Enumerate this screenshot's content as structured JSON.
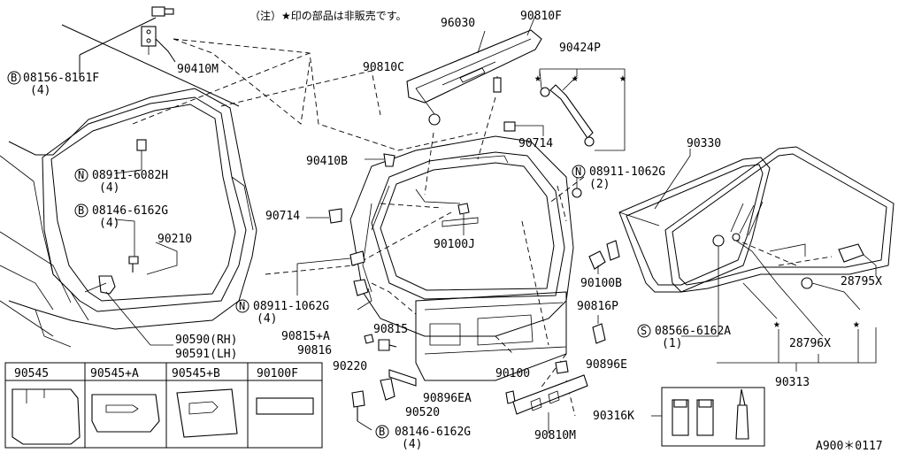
{
  "note": "（注）★印の部品は非販売です。",
  "code": "A900＊0117",
  "labels": {
    "p96030": "96030",
    "p90810F": "90810F",
    "p90424P": "90424P",
    "p90810C": "90810C",
    "p90410M": "90410M",
    "b08156": "08156-8161F",
    "b08156_qty": "(4)",
    "n08911a": "08911-6082H",
    "n08911a_qty": "(4)",
    "b08146a": "08146-6162G",
    "b08146a_qty": "(4)",
    "p90210": "90210",
    "p90590": "90590(RH)",
    "p90591": "90591(LH)",
    "p90410B": "90410B",
    "p90714a": "90714",
    "p90714b": "90714",
    "n08911b": "08911-1062G",
    "n08911b_qty": "(2)",
    "p90100J": "90100J",
    "p90330": "90330",
    "p90100B": "90100B",
    "p90816P": "90816P",
    "n08911c": "08911-1062G",
    "n08911c_qty": "(4)",
    "p90815A": "90815+A",
    "p90815": "90815",
    "p90816": "90816",
    "p90220": "90220",
    "p90100": "90100",
    "p90896E": "90896E",
    "p90896EA": "90896EA",
    "p90520": "90520",
    "b08146b": "08146-6162G",
    "b08146b_qty": "(4)",
    "p90810M": "90810M",
    "p90316K": "90316K",
    "s08566": "08566-6162A",
    "s08566_qty": "(1)",
    "p28796X": "28796X",
    "p28795X": "28795X",
    "p90313": "90313"
  },
  "prefix": {
    "B": "B",
    "N": "N",
    "S": "S"
  },
  "star": "★",
  "trim_table": {
    "headers": [
      "90545",
      "90545+A",
      "90545+B",
      "90100F"
    ]
  }
}
